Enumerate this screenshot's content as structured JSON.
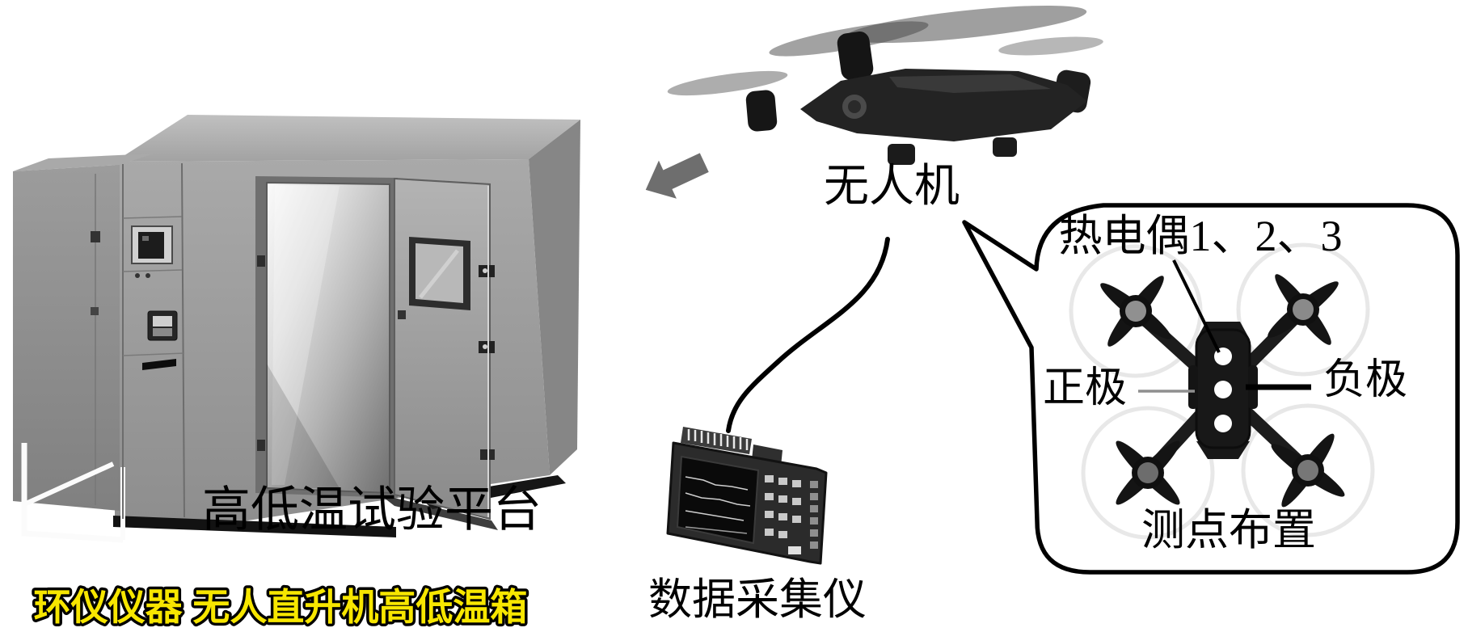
{
  "figure": {
    "type": "schematic-diagram",
    "labels": {
      "chamber": "高低温试验平台",
      "watermark": "环仪仪器 无人直升机高低温箱",
      "drone": "无人机",
      "daq": "数据采集仪",
      "callout_title": "热电偶1、2、3",
      "callout_left": "正极",
      "callout_right": "负极",
      "callout_caption": "测点布置"
    },
    "callout": {
      "measure_points": 3
    },
    "icons": {
      "arrow": "left-down-block-arrow",
      "connector": "s-curve-line",
      "balloon": "rounded-speech-bubble"
    },
    "colors": {
      "background": "#ffffff",
      "watermark_fill": "#f7e600",
      "watermark_outline": "#000000",
      "arrow_gray": "#6e6e6e",
      "outline_black": "#000000",
      "chamber_gray": "#9b9b9b"
    }
  }
}
